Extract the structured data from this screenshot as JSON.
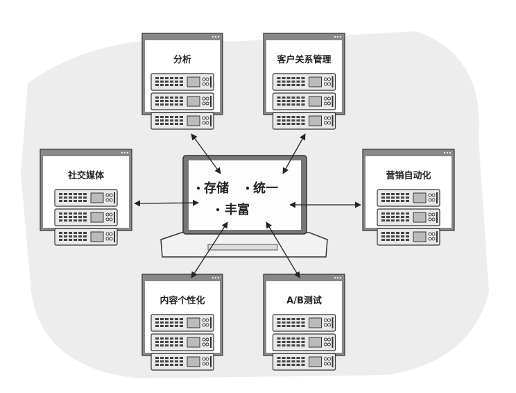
{
  "center": {
    "items": [
      "存储",
      "统一",
      "丰富"
    ]
  },
  "nodes": [
    {
      "id": "analytics",
      "label": "分析"
    },
    {
      "id": "crm",
      "label": "客户关系管理"
    },
    {
      "id": "social",
      "label": "社交媒体"
    },
    {
      "id": "marketing",
      "label": "营销自动化"
    },
    {
      "id": "personalization",
      "label": "内容个性化"
    },
    {
      "id": "abtest",
      "label": "A/B测试"
    }
  ],
  "colors": {
    "background_scribble": "#e6e6e6",
    "stroke": "#333333",
    "window_fill": "#ffffff",
    "server_fill": "#e9e9e9"
  }
}
